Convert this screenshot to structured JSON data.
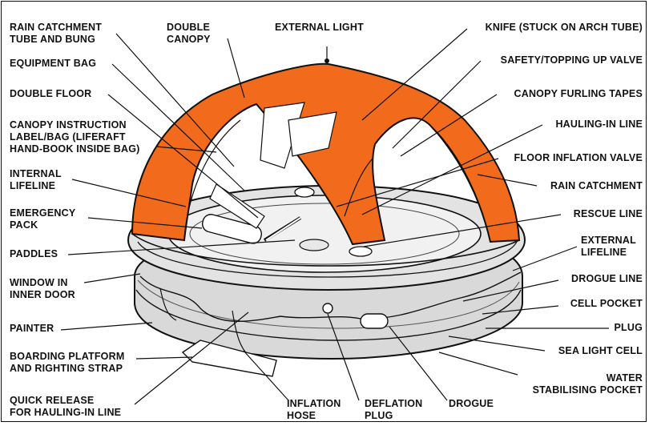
{
  "labels": {
    "rain_catchment_tube": "RAIN CATCHMENT\nTUBE AND BUNG",
    "double_canopy": "DOUBLE\nCANOPY",
    "external_light": "EXTERNAL LIGHT",
    "knife": "KNIFE (STUCK ON ARCH TUBE)",
    "equipment_bag": "EQUIPMENT BAG",
    "safety_valve": "SAFETY/TOPPING UP VALVE",
    "double_floor": "DOUBLE FLOOR",
    "canopy_furling_tapes": "CANOPY FURLING TAPES",
    "canopy_instruction": "CANOPY INSTRUCTION\nLABEL/BAG (LIFERAFT\nHAND-BOOK INSIDE BAG)",
    "hauling_in_line": "HAULING-IN LINE",
    "floor_inflation_valve": "FLOOR INFLATION VALVE",
    "internal_lifeline": "INTERNAL\nLIFELINE",
    "rain_catchment": "RAIN CATCHMENT",
    "emergency_pack": "EMERGENCY\nPACK",
    "rescue_line": "RESCUE LINE",
    "external_lifeline": "EXTERNAL\nLIFELINE",
    "paddles": "PADDLES",
    "drogue_line": "DROGUE LINE",
    "window_inner_door": "WINDOW IN\nINNER DOOR",
    "cell_pocket": "CELL POCKET",
    "painter": "PAINTER",
    "plug": "PLUG",
    "sea_light_cell": "SEA LIGHT CELL",
    "boarding_platform": "BOARDING PLATFORM\nAND RIGHTING STRAP",
    "water_stabilising_pocket": "WATER\nSTABILISING POCKET",
    "quick_release": "QUICK RELEASE\nFOR HAULING-IN LINE",
    "inflation_hose": "INFLATION\nHOSE",
    "deflation_plug": "DEFLATION\nPLUG",
    "drogue": "DROGUE"
  },
  "colors": {
    "canopy_orange": "#f26a1b",
    "tube_grey": "#d9d9d9",
    "line": "#111111",
    "background": "#ffffff"
  }
}
